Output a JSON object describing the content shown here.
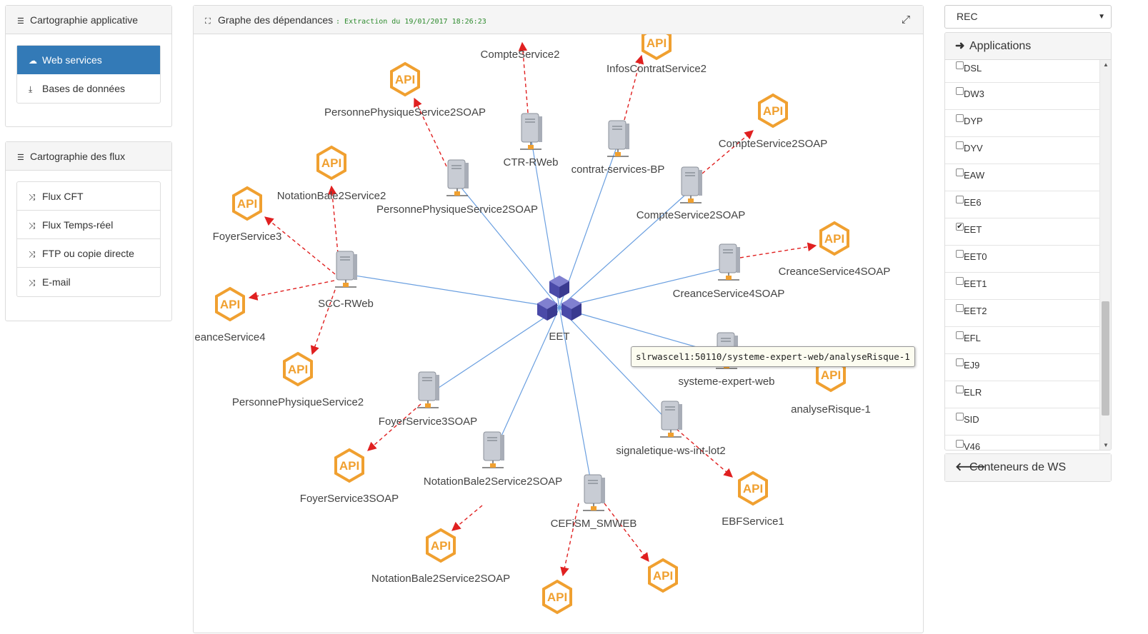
{
  "left": {
    "apps_panel": {
      "title": "Cartographie applicative",
      "items": [
        {
          "label": "Web services",
          "icon": "cloud-icon",
          "active": true
        },
        {
          "label": "Bases de données",
          "icon": "download-icon",
          "active": false
        }
      ]
    },
    "flux_panel": {
      "title": "Cartographie des flux",
      "items": [
        {
          "label": "Flux CFT"
        },
        {
          "label": "Flux Temps-réel"
        },
        {
          "label": "FTP ou copie directe"
        },
        {
          "label": "E-mail"
        }
      ]
    }
  },
  "graph": {
    "title": "Graphe des dépendances",
    "extract_label": ": Extraction du 19/01/2017 18:26:23",
    "center_label": "EET",
    "servers": [
      {
        "label": "SCC-RWeb"
      },
      {
        "label": "PersonnePhysiqueService2SOAP"
      },
      {
        "label": "CTR-RWeb"
      },
      {
        "label": "contrat-services-BP"
      },
      {
        "label": "CompteService2SOAP"
      },
      {
        "label": "CreanceService4SOAP"
      },
      {
        "label": "systeme-expert-web"
      },
      {
        "label": "signaletique-ws-int-lot2"
      },
      {
        "label": "CEFiSM_SMWEB"
      },
      {
        "label": "NotationBale2Service2SOAP"
      },
      {
        "label": "FoyerService3SOAP"
      }
    ],
    "apis": [
      {
        "label": "NotationBale2Service2"
      },
      {
        "label": "FoyerService3"
      },
      {
        "label": "eanceService4"
      },
      {
        "label": "PersonnePhysiqueService2"
      },
      {
        "label": "PersonnePhysiqueService2SOAP"
      },
      {
        "label": "CompteService2"
      },
      {
        "label": "InfosContratService2"
      },
      {
        "label": "CompteService2SOAP"
      },
      {
        "label": "CreanceService4SOAP"
      },
      {
        "label": "analyseRisque-1"
      },
      {
        "label": "EBFService1"
      },
      {
        "label": "FoyerService3SOAP"
      },
      {
        "label": "NotationBale2Service2SOAP"
      },
      {
        "label": ""
      },
      {
        "label": ""
      }
    ],
    "api_badge": "API",
    "tooltip": "slrwascel1:50110/systeme-expert-web/analyseRisque-1",
    "colors": {
      "edge": "#6a9fe0",
      "dep": "#e02020",
      "api": "#f0a030",
      "cube": "#5050b0"
    }
  },
  "right": {
    "env_value": "REC",
    "apps_title": "Applications",
    "apps": [
      {
        "label": "DSL",
        "checked": false
      },
      {
        "label": "DW3",
        "checked": false
      },
      {
        "label": "DYP",
        "checked": false
      },
      {
        "label": "DYV",
        "checked": false
      },
      {
        "label": "EAW",
        "checked": false
      },
      {
        "label": "EE6",
        "checked": false
      },
      {
        "label": "EET",
        "checked": true
      },
      {
        "label": "EET0",
        "checked": false
      },
      {
        "label": "EET1",
        "checked": false
      },
      {
        "label": "EET2",
        "checked": false
      },
      {
        "label": "EFL",
        "checked": false
      },
      {
        "label": "EJ9",
        "checked": false
      },
      {
        "label": "ELR",
        "checked": false
      },
      {
        "label": "SID",
        "checked": false
      },
      {
        "label": "V46",
        "checked": false
      }
    ],
    "ws_title": "Conteneurs de WS"
  }
}
